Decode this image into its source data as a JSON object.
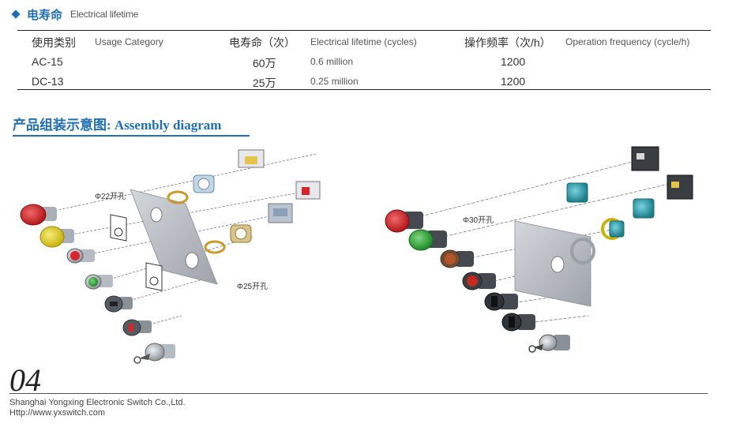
{
  "lifetime_section": {
    "title_cn": "电寿命",
    "title_en": "Electrical lifetime"
  },
  "table": {
    "headers": {
      "category_cn": "使用类别",
      "category_en": "Usage Category",
      "lifetime_cn": "电寿命（次）",
      "lifetime_en": "Electrical lifetime (cycles)",
      "frequency_cn": "操作频率（次/h）",
      "frequency_en": "Operation frequency (cycle/h)"
    },
    "rows": [
      {
        "category": "AC-15",
        "lifetime_cn": "60万",
        "lifetime_en": "0.6 million",
        "frequency": "1200"
      },
      {
        "category": "DC-13",
        "lifetime_cn": "25万",
        "lifetime_en": "0.25 million",
        "frequency": "1200"
      }
    ]
  },
  "assembly": {
    "title": "产品组装示意图: Assembly diagram",
    "left_labels": {
      "hole22": "Φ22开孔",
      "hole25": "Φ25开孔"
    },
    "right_labels": {
      "hole30": "Φ30开孔"
    }
  },
  "footer": {
    "page_number": "04",
    "company": "Shanghai Yongxing Electronic Switch Co.,Ltd.",
    "url": "Http://www.yxswitch.com"
  },
  "colors": {
    "accent": "#1f6fb2",
    "red": "#d7262b",
    "yellow": "#e8d21a",
    "green": "#35a93b",
    "teal": "#3aa7b5",
    "panel": "#b9bcc2"
  }
}
